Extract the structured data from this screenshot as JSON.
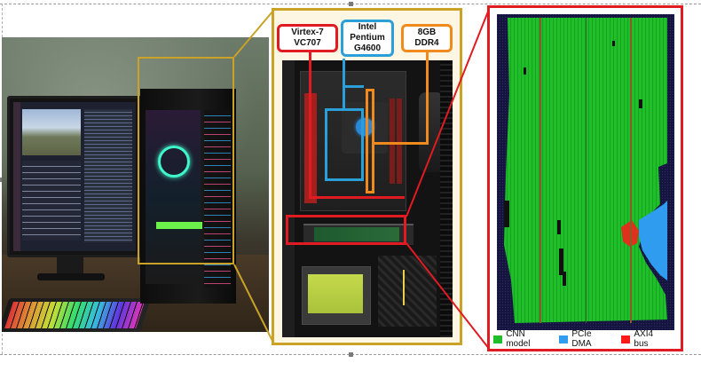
{
  "callouts": {
    "fpga": "Virtex-7 VC707",
    "cpu": "Intel Pentium G4600",
    "ram": "8GB DDR4"
  },
  "legend": [
    {
      "label": "CNN model",
      "color": "#1fbf2a"
    },
    {
      "label": "PCIe DMA",
      "color": "#2f9cf0"
    },
    {
      "label": "AXI4 bus",
      "color": "#ff1a1a"
    }
  ],
  "colors": {
    "photo_highlight": "#c9a227",
    "floorplan_highlight": "#e01b22",
    "fpga": "#e01b22",
    "cpu": "#2a9fd8",
    "ram": "#f08a1c"
  },
  "icons": {
    "photo": "desktop-workstation-photo",
    "board": "pc-interior-photo",
    "floorplan": "fpga-floorplan-image"
  }
}
